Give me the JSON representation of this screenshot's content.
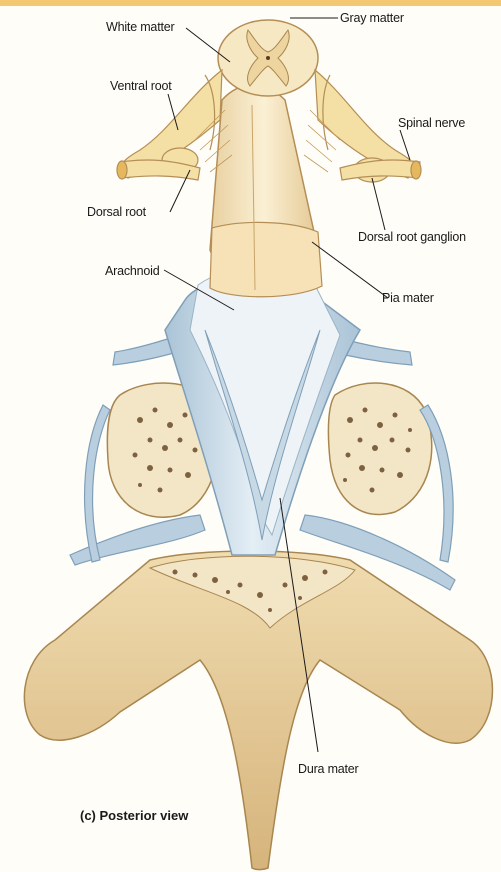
{
  "labels": {
    "white_matter": "White matter",
    "gray_matter": "Gray matter",
    "ventral_root": "Ventral root",
    "spinal_nerve": "Spinal nerve",
    "dorsal_root": "Dorsal  root",
    "dorsal_root_ganglion": "Dorsal root ganglion",
    "arachnoid": "Arachnoid",
    "pia_mater": "Pia mater",
    "dura_mater": "Dura mater"
  },
  "caption": "(c) Posterior view",
  "colors": {
    "bone": "#e9d3a3",
    "bone_shadow": "#c9a46a",
    "spongy_bone": "#f3e6c6",
    "marrow_spaces": "#6a4a2a",
    "nerve": "#f4dfa5",
    "meninges": "#c8d9e6",
    "meninges_shadow": "#8fb0c8",
    "top_strip": "#f4c873"
  }
}
